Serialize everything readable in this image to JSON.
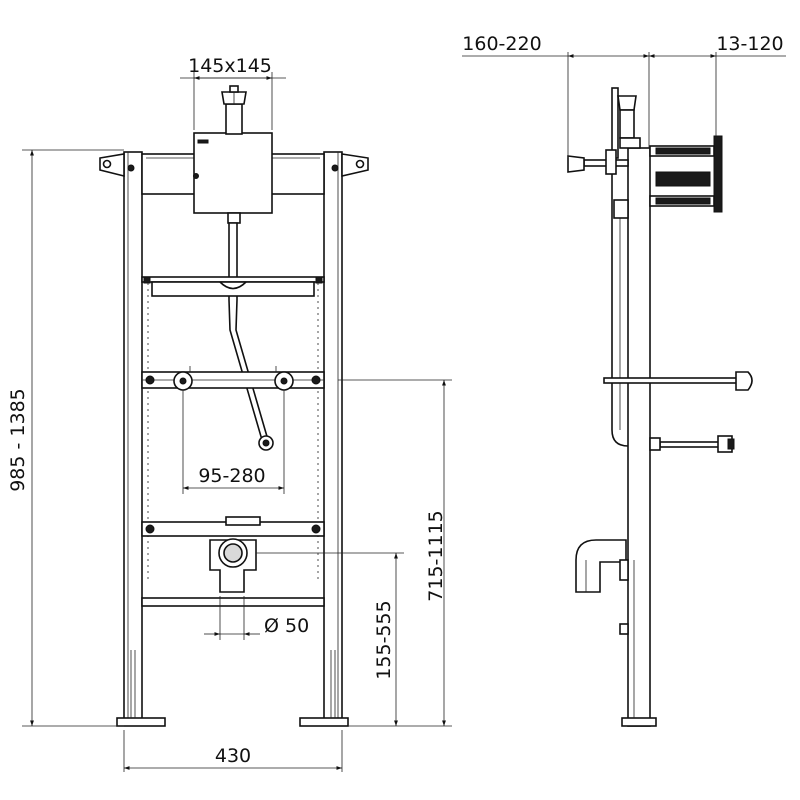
{
  "dimensions": {
    "top_box": "145x145",
    "total_height": "985 - 1385",
    "mounting_height": "715-1115",
    "drain_height": "155-555",
    "frame_width": "430",
    "drain_diameter": "Ø 50",
    "valve_spacing": "95-280",
    "depth_range": "160-220",
    "wall_offset": "13-120"
  },
  "colors": {
    "line": "#111111",
    "fill_light": "#d9d9d9",
    "fill_dark": "#1a1a1a",
    "background": "#ffffff"
  }
}
